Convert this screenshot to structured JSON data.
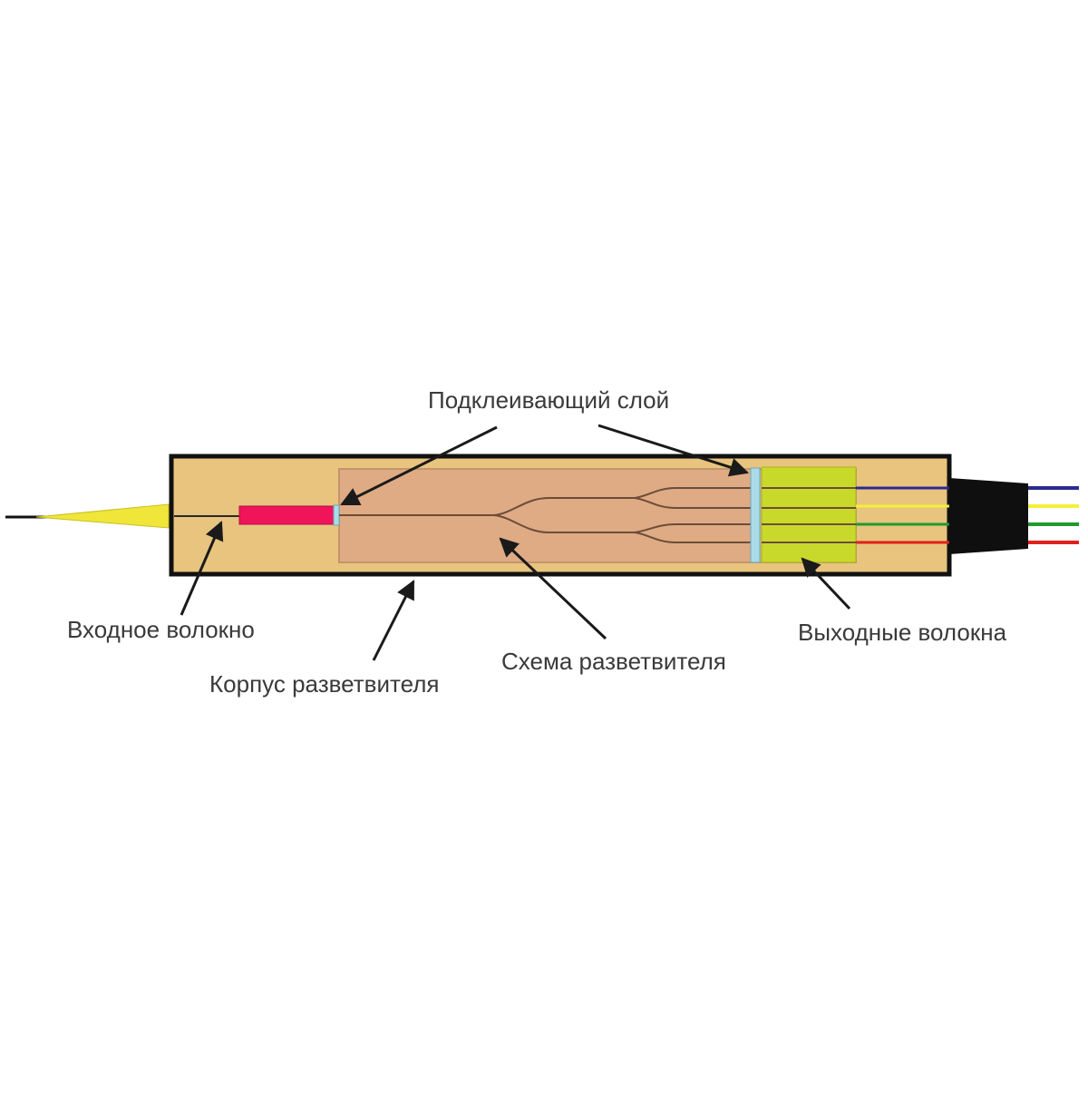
{
  "labels": {
    "adhesive_layer": "Подклеивающий слой",
    "input_fiber": "Входное волокно",
    "splitter_body": "Корпус разветвителя",
    "splitter_circuit": "Схема разветвителя",
    "output_fibers": "Выходные волокна"
  },
  "colors": {
    "housing_fill": "#e8c47e",
    "housing_border": "#111111",
    "chip_fill": "#dfab84",
    "chip_border": "#c2956a",
    "input_boot": "#f0e63a",
    "input_ferrule": "#f0145a",
    "adhesive": "#a9dbe8",
    "fiber_array": "#c9d92c",
    "output_fiber_colors": [
      "#2b2a8e",
      "#f3ef3c",
      "#1e9a2e",
      "#e0211b"
    ],
    "waveguide": "#6b4d3a",
    "arrow": "#1a1a1a"
  }
}
